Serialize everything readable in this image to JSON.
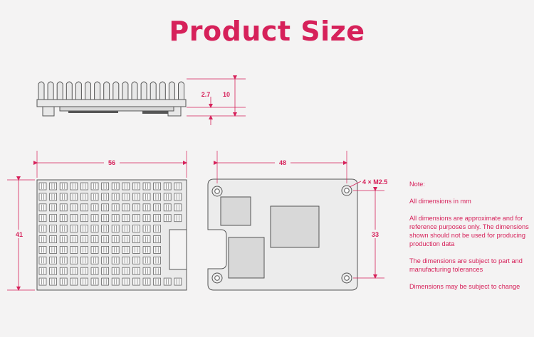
{
  "title": "Product Size",
  "colors": {
    "accent": "#d6215a",
    "outline": "#555555",
    "fill": "#e8e8e8"
  },
  "side_view": {
    "dims": [
      "2.7",
      "10"
    ]
  },
  "top_view": {
    "width": "56",
    "height": "41"
  },
  "bottom_view": {
    "width": "48",
    "hole_spacing": "33",
    "holes_label": "4 × M2.5"
  },
  "notes": {
    "heading": "Note:",
    "items": [
      "All dimensions in mm",
      "All dimensions are approximate and for reference purposes only. The dimensions shown should not be used for producing production data",
      "The dimensions are subject to part and manufacturing tolerances",
      "Dimensions may be subject to change"
    ]
  }
}
